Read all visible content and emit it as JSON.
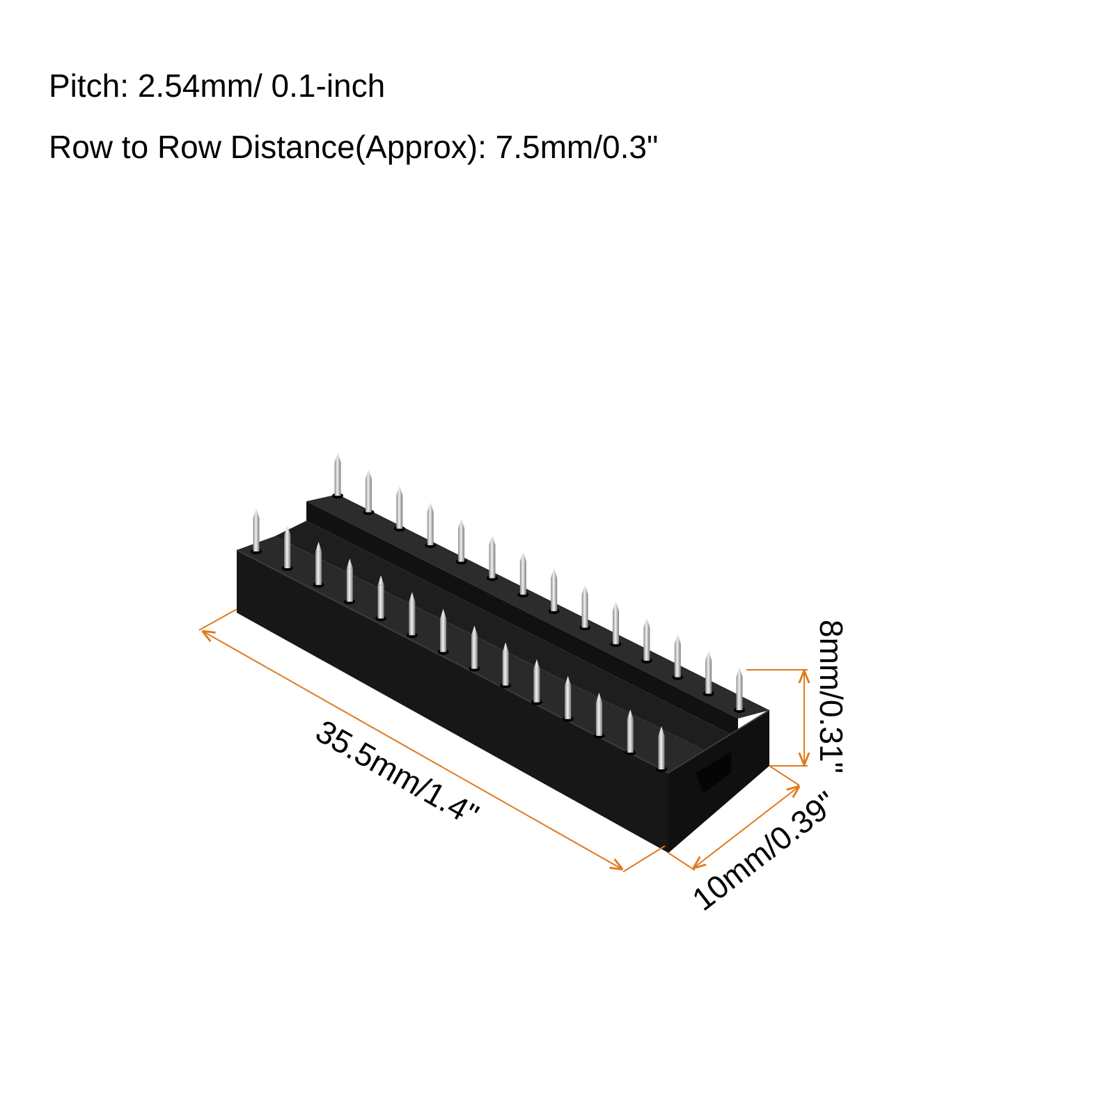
{
  "specs": {
    "pitch": "Pitch: 2.54mm/ 0.1-inch",
    "row_distance": "Row to Row Distance(Approx): 7.5mm/0.3\""
  },
  "dimensions": {
    "length": "35.5mm/1.4\"",
    "width": "10mm/0.39\"",
    "height": "8mm/0.31\""
  },
  "product": {
    "pin_count": 28,
    "pins_per_row": 14,
    "body_color": "#1a1a1a",
    "pin_color": "#c8c8c8",
    "dimension_line_color": "#e07a1f"
  }
}
